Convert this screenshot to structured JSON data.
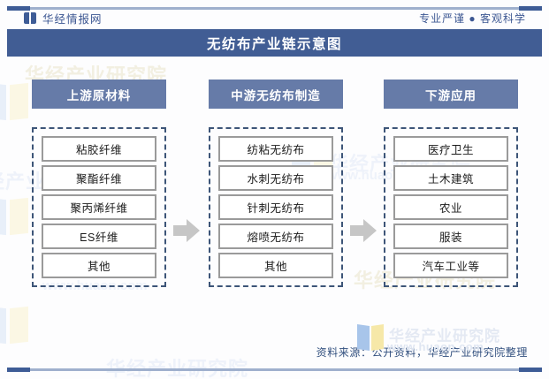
{
  "header": {
    "brand_name": "华经情报网",
    "brand_logo_icon": "open-book-icon",
    "tagline": "专业严谨 ● 客观科学"
  },
  "title": {
    "text": "无纺布产业链示意图"
  },
  "columns": [
    {
      "id": "upstream",
      "header": "上游原材料",
      "items": [
        "粘胶纤维",
        "聚酯纤维",
        "聚丙烯纤维",
        "ES纤维",
        "其他"
      ]
    },
    {
      "id": "midstream",
      "header": "中游无纺布制造",
      "items": [
        "纺粘无纺布",
        "水刺无纺布",
        "针刺无纺布",
        "熔喷无纺布",
        "其他"
      ]
    },
    {
      "id": "downstream",
      "header": "下游应用",
      "items": [
        "医疗卫生",
        "土木建筑",
        "农业",
        "服装",
        "汽车工业等"
      ]
    }
  ],
  "arrows": [
    {
      "id": "arrow-upstream-to-midstream",
      "icon": "arrow-right-icon"
    },
    {
      "id": "arrow-midstream-to-downstream",
      "icon": "arrow-right-icon"
    }
  ],
  "footer": {
    "source": "资料来源：公开资料，华经产业研究院整理"
  },
  "watermark": {
    "text": "华经产业研究院",
    "url": "www.huaon.com",
    "logo_icon": "open-book-icon"
  },
  "colors": {
    "title_bar": "#415d94",
    "column_header": "#667ba8",
    "dashed_border": "#3d5578",
    "chip_border": "#9a9a9a",
    "arrow": "#c6c6c6",
    "brand_blue": "#3c5792",
    "rule": "#9fb0cd"
  }
}
